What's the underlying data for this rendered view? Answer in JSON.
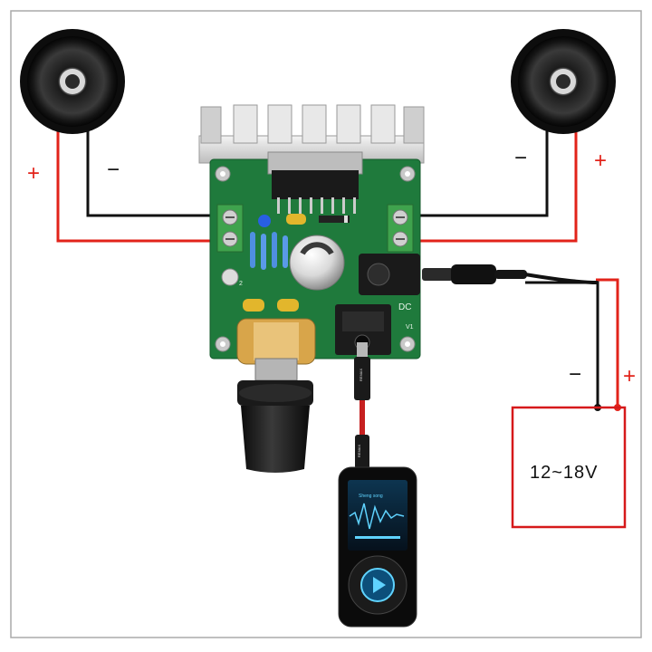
{
  "power_supply": {
    "label": "12~18V"
  },
  "speaker_left": {
    "plus": "+",
    "minus": "−"
  },
  "speaker_right": {
    "plus": "+",
    "minus": "−"
  },
  "supply_terminals": {
    "plus": "+",
    "minus": "−"
  },
  "board": {
    "dc_label": "DC",
    "version_label": "V1",
    "part_label": "2"
  },
  "player": {
    "song_text": "Sheng song"
  },
  "cable": {
    "brand": "REMAX"
  },
  "colors": {
    "positive_wire": "#e2231a",
    "negative_wire": "#111111",
    "pcb": "#1f7a3c",
    "heatsink": "#d9d9d9"
  }
}
